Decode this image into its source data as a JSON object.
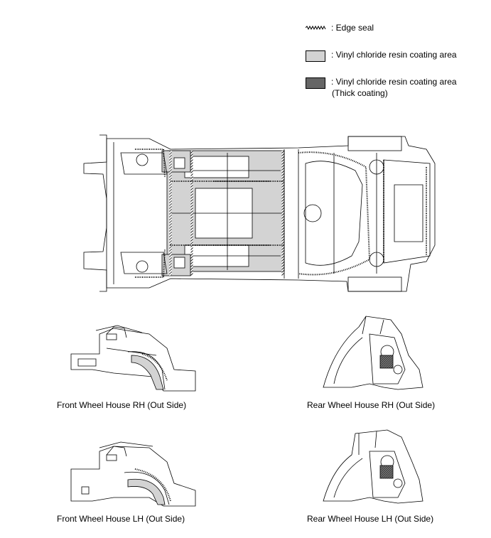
{
  "legend": {
    "edge_seal": ": Edge seal",
    "coating": ": Vinyl chloride resin coating area",
    "thick_coating": ": Vinyl chloride resin coating area",
    "thick_coating_note": "(Thick coating)"
  },
  "captions": {
    "front_rh": "Front Wheel House RH (Out Side)",
    "rear_rh": "Rear Wheel House RH (Out Side)",
    "front_lh": "Front Wheel House LH (Out Side)",
    "rear_lh": "Rear Wheel House LH (Out Side)"
  },
  "colors": {
    "coating": "#d3d3d3",
    "thick_coating": "#666666",
    "line": "#000000"
  }
}
